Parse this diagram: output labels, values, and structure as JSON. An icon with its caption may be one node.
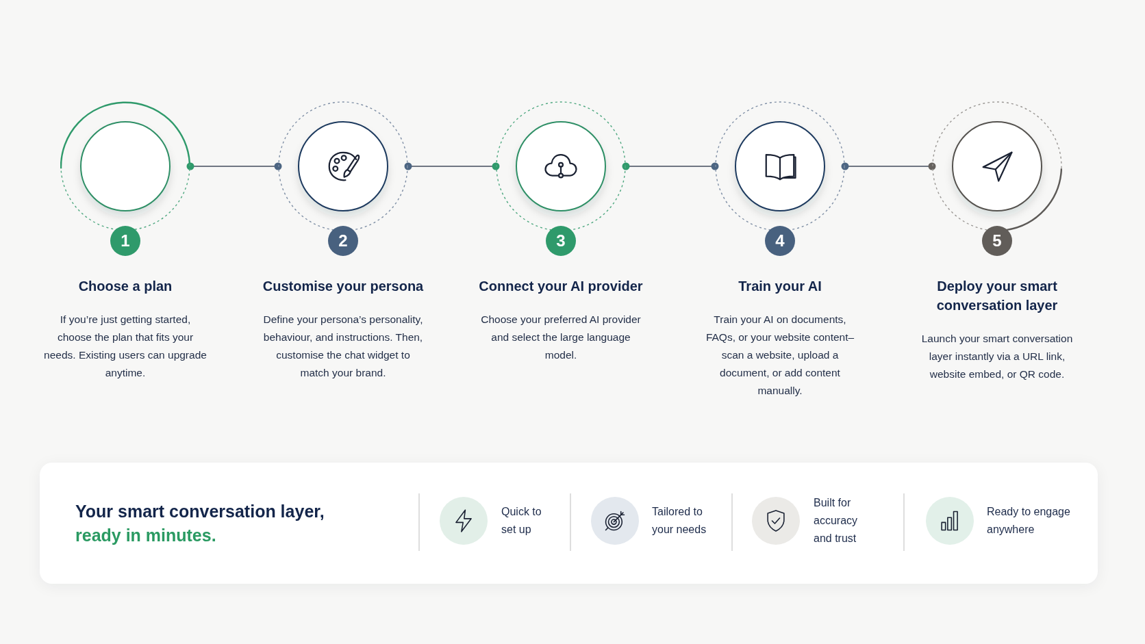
{
  "diagram": {
    "nodes": [
      {
        "text": [],
        "shape": "circle",
        "beside": [
          "Choose a plan",
          "If you’re just getting started, choose the plan that fits your needs. Existing users can upgrade anytime."
        ]
      },
      {
        "text": [
          "1"
        ]
      },
      {
        "text": [],
        "shape": "circle",
        "beside": [
          "Customise your persona",
          "Define your persona’s personality, behaviour, and instructions. Then, customise the chat widget to match your brand."
        ]
      },
      {
        "text": [
          "2"
        ]
      },
      {
        "text": [],
        "shape": "circle",
        "beside": [
          "Connect your AI provider",
          "Choose your preferred AI provider and select the large language model."
        ]
      },
      {
        "text": [
          "3"
        ]
      },
      {
        "text": [],
        "shape": "circle",
        "beside": [
          "Train your AI",
          "Train your AI on documents, FAQs, or your website content–scan a website, upload a document, or add content manually."
        ]
      },
      {
        "text": [
          "4"
        ]
      },
      {
        "text": [],
        "shape": "circle",
        "beside": [
          "Deploy your smart conversation layer",
          "Launch your smart conversation layer instantly via a URL link, website embed, or QR code."
        ]
      },
      {
        "text": [
          "5"
        ]
      },
      {
        "text": [
          "Your smart conversation layer,",
          "ready in minutes."
        ]
      },
      {
        "text": [
          "Quick to set up"
        ],
        "in": 10
      },
      {
        "text": [
          "Tailored to your needs"
        ],
        "in": 10
      },
      {
        "text": [
          "Built for accuracy and trust"
        ],
        "in": 10
      },
      {
        "text": [
          "Ready to engage anywhere"
        ],
        "in": 10
      }
    ],
    "edges": [
      {
        "from": 0,
        "to": 2,
        "arrow": "other"
      },
      {
        "from": 2,
        "to": 4,
        "arrow": "other"
      },
      {
        "from": 4,
        "to": 6,
        "arrow": "other"
      },
      {
        "from": 6,
        "to": 8,
        "arrow": "other"
      }
    ]
  }
}
